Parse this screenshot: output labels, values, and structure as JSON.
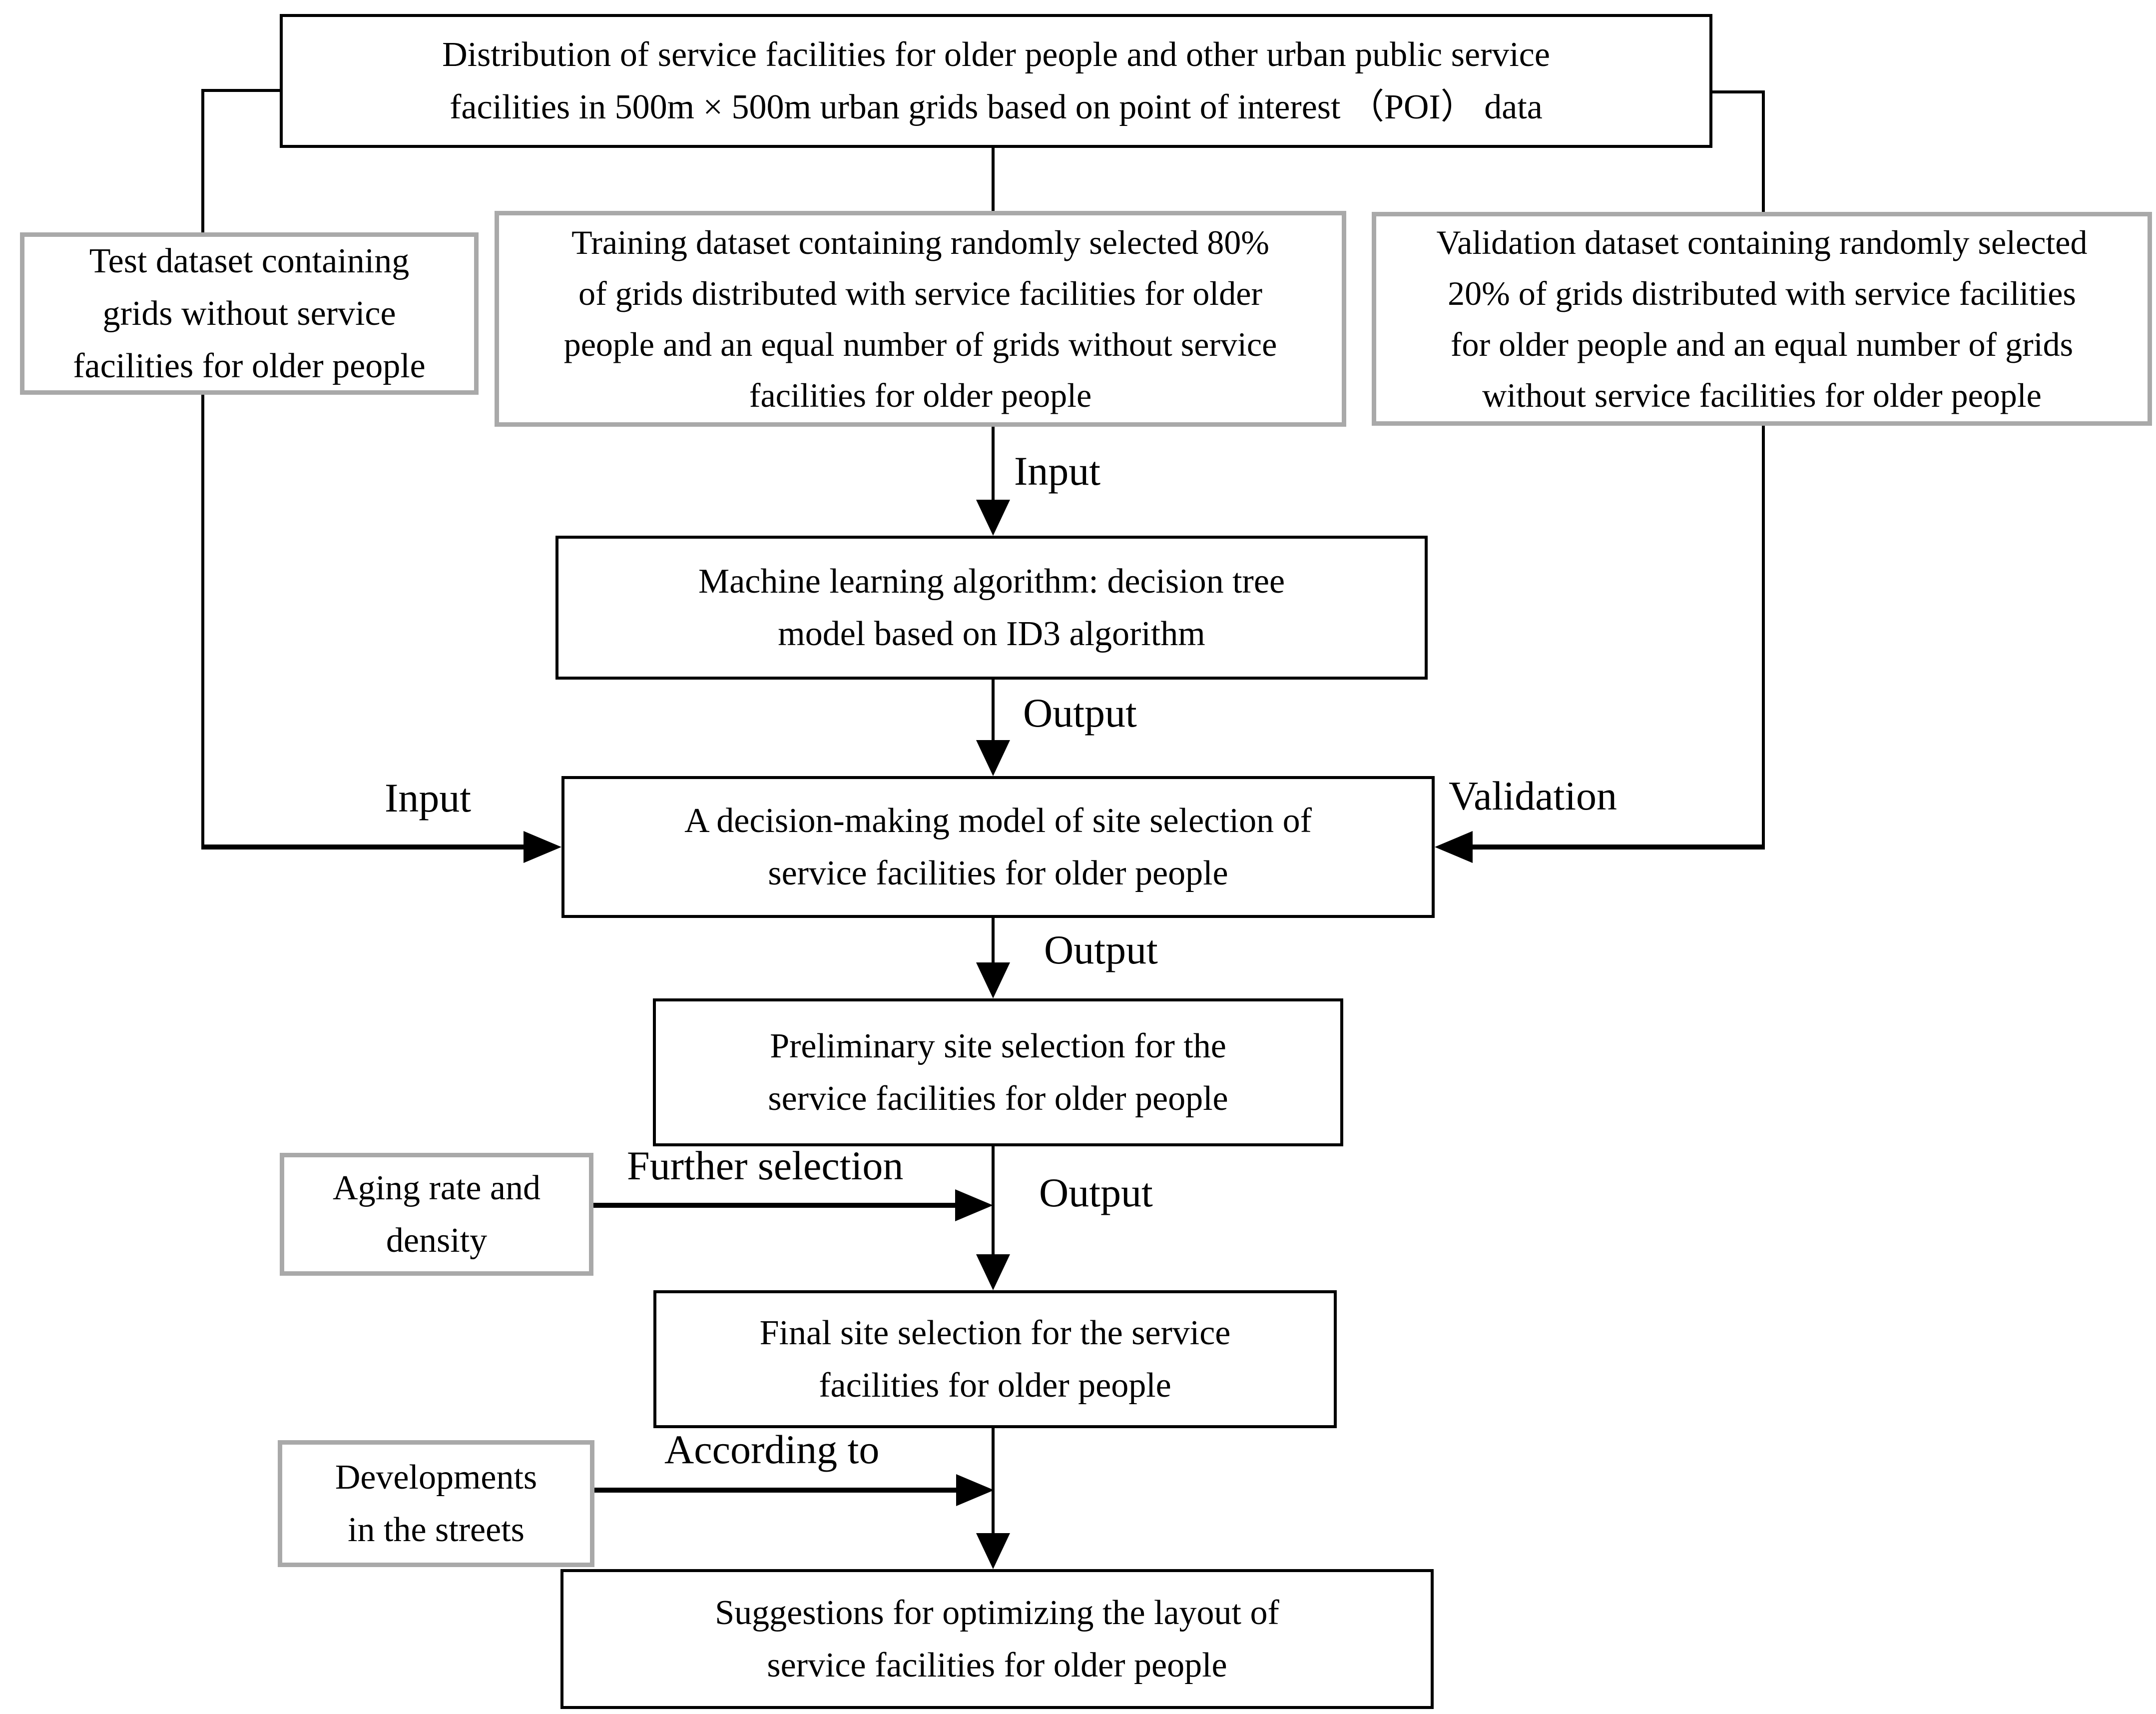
{
  "diagram": {
    "title": "Flowchart of site selection for service facilities for older people",
    "colors": {
      "background": "#ffffff",
      "black_border": "#000000",
      "gray_border": "#a9a9a9",
      "line": "#000000",
      "text": "#000000"
    },
    "nodes": {
      "distribution": {
        "text": "Distribution of service facilities for older people and other urban public service\nfacilities in 500m × 500m urban grids based on point of interest （POI） data"
      },
      "test": {
        "text": "Test dataset containing\ngrids without service\nfacilities for older people"
      },
      "training": {
        "text": "Training dataset containing  randomly selected 80%\nof grids distributed with service facilities for older\npeople and an equal number of grids without service\nfacilities for older people"
      },
      "validation": {
        "text": "Validation dataset containing randomly selected\n20% of grids distributed with service facilities\nfor older people and an equal number of grids\nwithout service facilities for older people"
      },
      "ml": {
        "text": "Machine learning algorithm: decision tree\nmodel based on ID3 algorithm"
      },
      "decision": {
        "text": "A decision-making model of site selection of\nservice facilities for older people"
      },
      "preliminary": {
        "text": "Preliminary site selection for the\nservice facilities for older people"
      },
      "aging": {
        "text": "Aging rate and\ndensity"
      },
      "final": {
        "text": "Final site selection for the service\nfacilities for older people"
      },
      "developments": {
        "text": "Developments\nin the streets"
      },
      "suggestions": {
        "text": "Suggestions for optimizing the layout of\nservice facilities for older people"
      }
    },
    "labels": {
      "input_training": "Input",
      "output_ml": "Output",
      "input_test": "Input",
      "validation_right": "Validation",
      "output_decision": "Output",
      "further_selection": "Further selection",
      "output_preliminary": "Output",
      "according_to": "According to"
    }
  }
}
